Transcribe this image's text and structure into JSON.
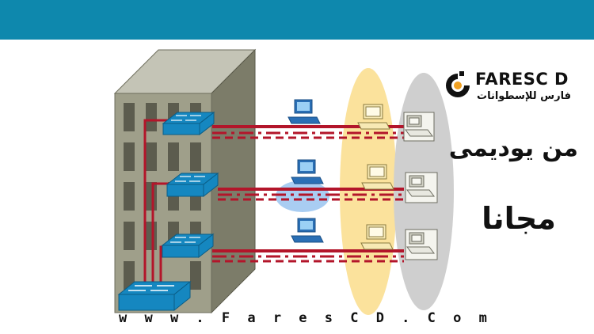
{
  "brand": {
    "name": "FARESC D",
    "subtitle": "فارس للإسطوانات",
    "logo_icon": "faresc-d-logo-icon",
    "accent_color": "#0e88ad"
  },
  "promo": {
    "line1": "من يوديمى",
    "line2": "مجانا"
  },
  "website": "w w w . F a r e s C D . C o m",
  "colors": {
    "top_bar": "#0e88ad",
    "vlan_line": "#b3152a",
    "switch": "#1587c0",
    "building": "#8d8d77",
    "ellipse_yellow": "#fbe29c",
    "ellipse_gray": "#cfcfcf",
    "highlight_blue": "#a9cdf2"
  },
  "icons": {
    "building": "office-building-icon",
    "switch": "network-switch-icon",
    "pc_blue": "blue-workstation-icon",
    "pc_yellow": "yellow-workstation-icon",
    "pc_gray": "gray-workstation-icon"
  }
}
